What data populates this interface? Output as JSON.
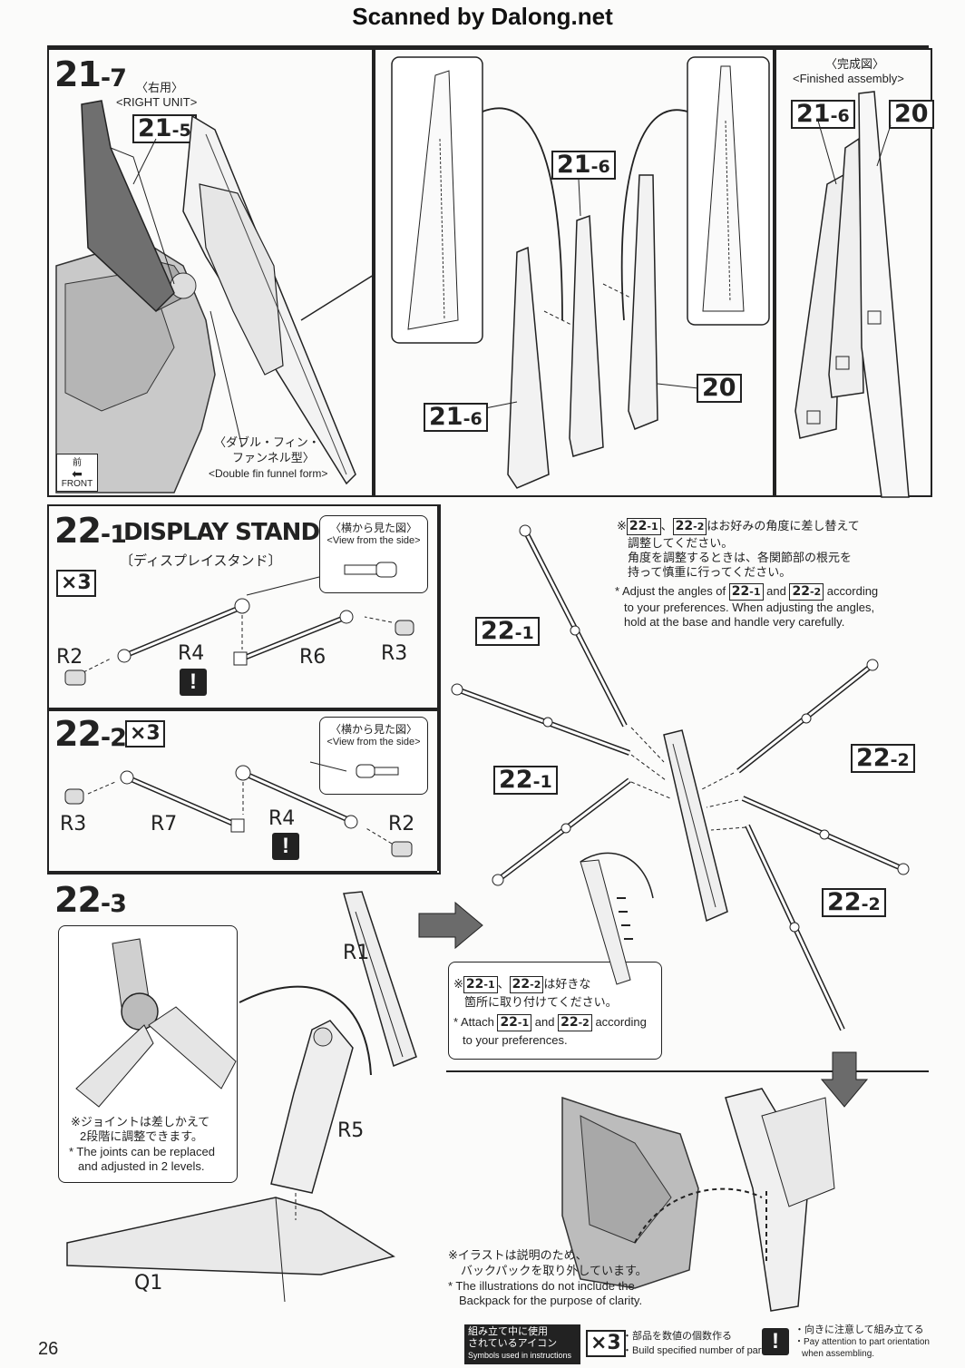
{
  "header": {
    "scan_credit": "Scanned by Dalong.net"
  },
  "step_21_7": {
    "step_main": "21",
    "step_sub": "-7",
    "unit_jp": "〈右用〉",
    "unit_en": "<RIGHT UNIT>",
    "ref_main": "21",
    "ref_sub": "-5",
    "form_jp_1": "〈ダブル・フィン・",
    "form_jp_2": "ファンネル型〉",
    "form_en": "<Double fin funnel form>",
    "front_jp": "前",
    "front_en": "FRONT"
  },
  "step_21_mid": {
    "label_a_main": "21",
    "label_a_sub": "-6",
    "label_b_main": "21",
    "label_b_sub": "-6",
    "label_c": "20"
  },
  "finished": {
    "title_jp": "〈完成図〉",
    "title_en": "<Finished assembly>",
    "label_a_main": "21",
    "label_a_sub": "-6",
    "label_b": "20"
  },
  "step_22_1": {
    "step_main": "22",
    "step_sub": "-1",
    "title_en": "DISPLAY STAND",
    "title_jp": "〔ディスプレイスタンド〕",
    "count": "×3",
    "side_jp": "〈横から見た図〉",
    "side_en": "<View from the side>",
    "parts": [
      "R2",
      "R4",
      "R6",
      "R3"
    ],
    "caution": "!"
  },
  "step_22_2": {
    "step_main": "22",
    "step_sub": "-2",
    "count": "×3",
    "side_jp": "〈横から見た図〉",
    "side_en": "<View from the side>",
    "parts": [
      "R3",
      "R7",
      "R4",
      "R2"
    ],
    "caution": "!"
  },
  "step_22_3": {
    "step_main": "22",
    "step_sub": "-3",
    "parts": [
      "R1",
      "R5",
      "Q1"
    ],
    "joint_jp_1": "※ジョイントは差しかえて",
    "joint_jp_2": "2段階に調整できます。",
    "joint_en_1": "* The joints can be replaced",
    "joint_en_2": "and adjusted in 2 levels."
  },
  "angles_note": {
    "jp_1": "※",
    "jp_2": "はお好みの角度に差し替えて",
    "jp_3": "調整してください。",
    "jp_4": "角度を調整するときは、各関節部の根元を",
    "jp_5": "持って慎重に行ってください。",
    "en_1": "* Adjust the angles of",
    "en_and": "and",
    "en_2": "according",
    "en_3": "to your preferences. When adjusting the angles,",
    "en_4": "hold at the base and handle very carefully.",
    "b1_main": "22",
    "b1_sub": "-1",
    "b2_main": "22",
    "b2_sub": "-2",
    "sep": "、"
  },
  "arm_labels": {
    "a_main": "22",
    "a_sub": "-1",
    "b_main": "22",
    "b_sub": "-1",
    "c_main": "22",
    "c_sub": "-2",
    "d_main": "22",
    "d_sub": "-2"
  },
  "attach_note": {
    "jp_1": "※",
    "jp_2": "は好きな",
    "jp_3": "箇所に取り付けてください。",
    "en_1": "* Attach",
    "en_and": "and",
    "en_2": "according",
    "en_3": "to your preferences.",
    "b1_main": "22",
    "b1_sub": "-1",
    "b2_main": "22",
    "b2_sub": "-2",
    "sep": "、"
  },
  "clarity_note": {
    "jp_1": "※イラストは説明のため、",
    "jp_2": "バックパックを取り外しています。",
    "en_1": "* The illustrations do not include the",
    "en_2": "Backpack for the purpose of clarity."
  },
  "footer": {
    "page_number": "26",
    "icons_jp_1": "組み立て中に使用",
    "icons_jp_2": "されているアイコン",
    "icons_en": "Symbols used in instructions",
    "count_icon": "×3",
    "count_jp": "・部品を数値の個数作る",
    "count_en": "・Build specified number of parts.",
    "caution_icon": "!",
    "caution_jp": "・向きに注意して組み立てる",
    "caution_en_1": "・Pay attention to part orientation",
    "caution_en_2": "when assembling."
  }
}
